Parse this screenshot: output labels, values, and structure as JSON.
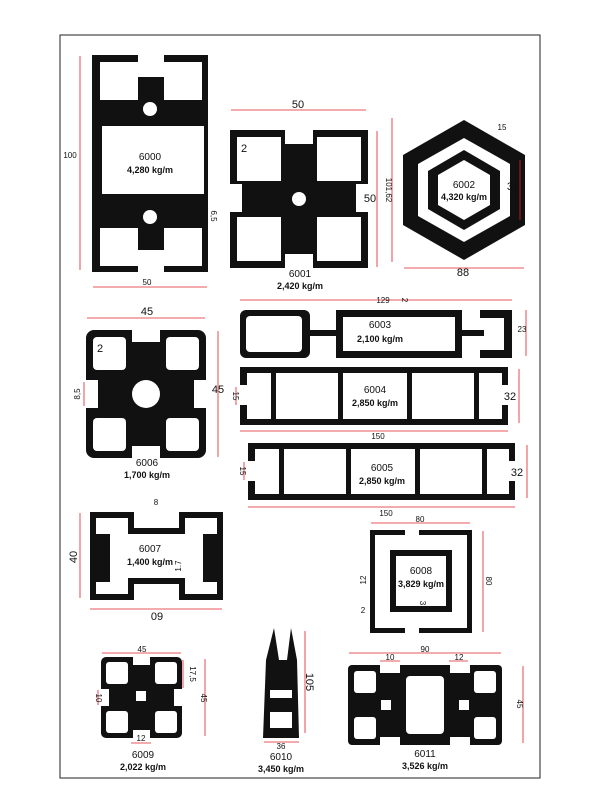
{
  "catalog": {
    "accent_color": "#e0202a",
    "profiles": [
      {
        "code": "6000",
        "weight": "4,280 kg/m",
        "dims": [
          "100",
          "50",
          "6,5"
        ]
      },
      {
        "code": "6001",
        "weight": "2,420 kg/m",
        "dims": [
          "50",
          "2",
          "50"
        ]
      },
      {
        "code": "6002",
        "weight": "4,320 kg/m",
        "dims": [
          "101,62",
          "15",
          "32",
          "88"
        ]
      },
      {
        "code": "6003",
        "weight": "2,100 kg/m",
        "dims": [
          "129",
          "2",
          "23"
        ]
      },
      {
        "code": "6004",
        "weight": "2,850 kg/m",
        "dims": [
          "15",
          "32",
          "150"
        ]
      },
      {
        "code": "6005",
        "weight": "2,850 kg/m",
        "dims": [
          "15",
          "32",
          "150"
        ]
      },
      {
        "code": "6006",
        "weight": "1,700 kg/m",
        "dims": [
          "45",
          "2",
          "8,5",
          "45"
        ]
      },
      {
        "code": "6007",
        "weight": "1,400 kg/m",
        "dims": [
          "8",
          "40",
          "1.7",
          "09"
        ]
      },
      {
        "code": "6008",
        "weight": "3,829 kg/m",
        "dims": [
          "80",
          "12",
          "2",
          "3",
          "80"
        ]
      },
      {
        "code": "6009",
        "weight": "2,022 kg/m",
        "dims": [
          "45",
          "17,5",
          "10",
          "45",
          "12"
        ]
      },
      {
        "code": "6010",
        "weight": "3,450 kg/m",
        "dims": [
          "105",
          "36"
        ]
      },
      {
        "code": "6011",
        "weight": "3,526 kg/m",
        "dims": [
          "90",
          "10",
          "12",
          "45"
        ]
      }
    ]
  }
}
